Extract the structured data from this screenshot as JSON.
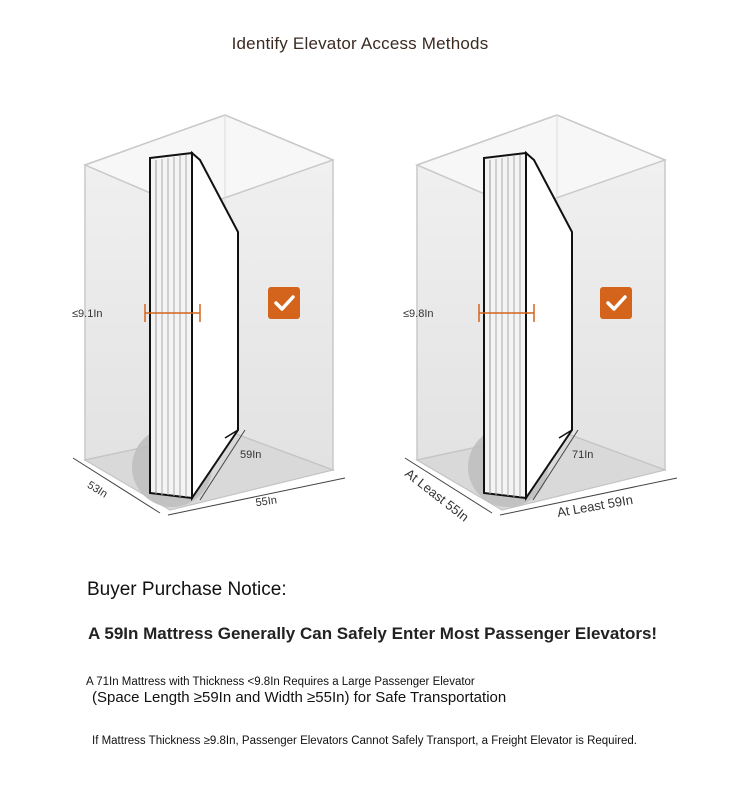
{
  "title": "Identify Elevator Access Methods",
  "left_elevator": {
    "thickness_label": "≤9.1In",
    "mattress_width_label": "59In",
    "depth_label": "53In",
    "width_label": "55In",
    "check_icon": "checkmark-icon",
    "accent_color": "#d4641c"
  },
  "right_elevator": {
    "thickness_label": "≤9.8In",
    "mattress_width_label": "71In",
    "depth_label": "At Least 55In",
    "width_label": "At Least 59In",
    "check_icon": "checkmark-icon",
    "accent_color": "#d4641c"
  },
  "notice": {
    "heading": "Buyer Purchase Notice:",
    "main": "A 59In Mattress Generally Can Safely Enter Most Passenger Elevators!",
    "line1": "A 71In Mattress with Thickness <9.8In Requires a Large Passenger Elevator",
    "line2": "(Space Length ≥59In and Width ≥55In) for Safe Transportation",
    "line3": "If Mattress Thickness ≥9.8In, Passenger Elevators Cannot Safely Transport, a Freight Elevator is Required."
  }
}
